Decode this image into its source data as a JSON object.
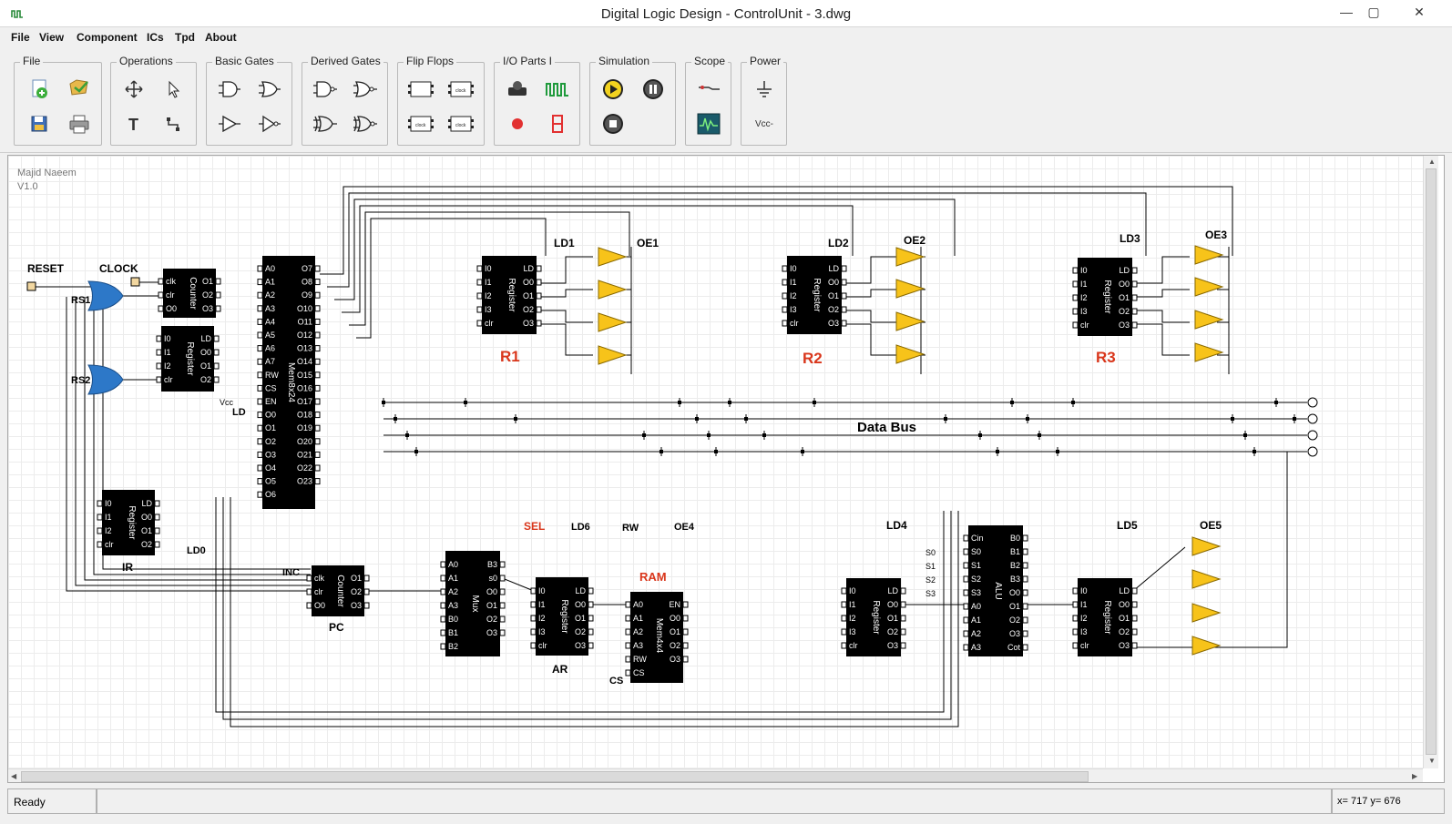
{
  "window": {
    "title": "Digital Logic Design - ControlUnit - 3.dwg"
  },
  "menu": [
    "File",
    "View",
    "Component",
    "ICs",
    "Tpd",
    "About"
  ],
  "toolbar": {
    "groups": [
      {
        "label": "File",
        "tools": [
          "new-file-icon",
          "open-file-icon",
          "save-icon",
          "print-icon"
        ]
      },
      {
        "label": "Operations",
        "tools": [
          "move-icon",
          "pointer-icon",
          "text-icon",
          "wire-icon"
        ]
      },
      {
        "label": "Basic Gates",
        "tools": [
          "and-gate-icon",
          "or-gate-icon",
          "buffer-icon",
          "not-gate-icon"
        ]
      },
      {
        "label": "Derived Gates",
        "tools": [
          "nand-gate-icon",
          "nor-gate-icon",
          "xor-gate-icon",
          "xnor-gate-icon"
        ]
      },
      {
        "label": "Flip Flops",
        "tools": [
          "flip-flop-icon",
          "clocked-flip-flop-icon",
          "clocked-flip-flop-icon",
          "clocked-flip-flop-icon"
        ]
      },
      {
        "label": "I/O Parts I",
        "tools": [
          "switch-icon",
          "clock-source-icon",
          "led-icon",
          "seven-segment-icon"
        ]
      },
      {
        "label": "Simulation",
        "tools": [
          "play-icon",
          "pause-icon",
          "stop-icon"
        ]
      },
      {
        "label": "Scope",
        "tools": [
          "probe-icon",
          "oscilloscope-icon"
        ]
      },
      {
        "label": "Power",
        "tools": [
          "ground-icon",
          "vcc-icon"
        ],
        "vcc_label": "Vcc-"
      }
    ]
  },
  "canvas": {
    "author": "Majid Naeem",
    "version": "V1.0",
    "labels": {
      "reset": "RESET",
      "clock": "CLOCK",
      "rs1": "RS1",
      "rs2": "RS2",
      "ld": "LD",
      "vcc": "Vcc",
      "ld0": "LD0",
      "ir": "IR",
      "inc": "INC",
      "pc": "PC",
      "sel": "SEL",
      "ld6": "LD6",
      "rw": "RW",
      "oe4": "OE4",
      "ram": "RAM",
      "ar": "AR",
      "cs": "CS",
      "ld1": "LD1",
      "oe1": "OE1",
      "r1": "R1",
      "ld2": "LD2",
      "oe2": "OE2",
      "r2": "R2",
      "ld3": "LD3",
      "oe3": "OE3",
      "r3": "R3",
      "data_bus": "Data Bus",
      "ld4": "LD4",
      "ld5": "LD5",
      "oe5": "OE5",
      "s0": "S0",
      "s1": "S1",
      "s2": "S2",
      "s3": "S3"
    },
    "chips": {
      "counter_top": {
        "title": "Counter",
        "left": [
          "clk",
          "clr",
          "O0"
        ],
        "right": [
          "O1",
          "O2",
          "O3"
        ]
      },
      "register_small": {
        "title": "Register",
        "left": [
          "I0",
          "I1",
          "I2",
          "clr"
        ],
        "right": [
          "LD",
          "O0",
          "O1",
          "O2"
        ]
      },
      "mem8x24": {
        "title": "Mem8x24",
        "left": [
          "A0",
          "A1",
          "A2",
          "A3",
          "A4",
          "A5",
          "A6",
          "A7",
          "RW",
          "CS",
          "EN",
          "O0",
          "O1",
          "O2",
          "O3",
          "O4",
          "O5",
          "O6"
        ],
        "right": [
          "O7",
          "O8",
          "O9",
          "O10",
          "O11",
          "O12",
          "O13",
          "O14",
          "O15",
          "O16",
          "O17",
          "O18",
          "O19",
          "O20",
          "O21",
          "O22",
          "O23"
        ]
      },
      "register_ir": {
        "title": "Register",
        "left": [
          "I0",
          "I1",
          "I2",
          "clr"
        ],
        "right": [
          "LD",
          "O0",
          "O1",
          "O2"
        ]
      },
      "counter_pc": {
        "title": "Counter",
        "left": [
          "clk",
          "clr",
          "O0"
        ],
        "right": [
          "O1",
          "O2",
          "O3"
        ]
      },
      "mux": {
        "title": "Mux",
        "left": [
          "A0",
          "A1",
          "A2",
          "A3",
          "B0",
          "B1",
          "B2"
        ],
        "right": [
          "B3",
          "s0",
          "O0",
          "O1",
          "O2",
          "O3"
        ]
      },
      "register_ar": {
        "title": "Register",
        "left": [
          "I0",
          "I1",
          "I2",
          "I3",
          "clr"
        ],
        "right": [
          "LD",
          "O0",
          "O1",
          "O2",
          "O3"
        ]
      },
      "mem4x4": {
        "title": "Mem4x4",
        "left": [
          "A0",
          "A1",
          "A2",
          "A3",
          "RW",
          "CS"
        ],
        "right": [
          "EN",
          "O0",
          "O1",
          "O2",
          "O3"
        ]
      },
      "register_r": {
        "title": "Register",
        "left": [
          "I0",
          "I1",
          "I2",
          "I3",
          "clr"
        ],
        "right": [
          "LD",
          "O0",
          "O1",
          "O2",
          "O3"
        ]
      },
      "alu": {
        "title": "ALU",
        "left": [
          "Cin",
          "S0",
          "S1",
          "S2",
          "S3",
          "A0",
          "A1",
          "A2",
          "A3"
        ],
        "right": [
          "B0",
          "B1",
          "B2",
          "B3",
          "O0",
          "O1",
          "O2",
          "O3",
          "Cot"
        ]
      }
    }
  },
  "status": {
    "text": "Ready",
    "coords": "x= 717  y= 676"
  },
  "colors": {
    "buffer_fill": "#f7c31a",
    "accent_label": "#d9361b",
    "chip": "#000000",
    "wire": "#000000"
  }
}
